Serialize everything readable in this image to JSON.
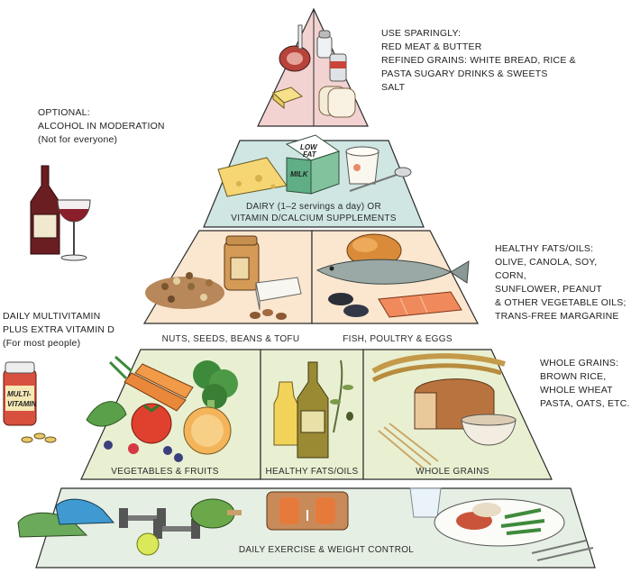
{
  "notes": {
    "use_sparingly": "USE SPARINGLY:\nRED MEAT & BUTTER\nREFINED GRAINS: WHITE BREAD, RICE &\nPASTA SUGARY DRINKS & SWEETS\nSALT",
    "optional": "OPTIONAL:\nALCOHOL IN MODERATION\n(Not for everyone)",
    "healthy_fats": "HEALTHY FATS/OILS:\nOLIVE, CANOLA, SOY, CORN,\nSUNFLOWER, PEANUT\n& OTHER VEGETABLE OILS;\nTRANS-FREE MARGARINE",
    "multivitamin": "DAILY MULTIVITAMIN\nPLUS EXTRA VITAMIN D\n(For most people)",
    "whole_grains": "WHOLE GRAINS:\nBROWN RICE,\nWHOLE WHEAT\nPASTA, OATS, ETC."
  },
  "tiers": {
    "dairy_line1": "DAIRY (1–2 servings a day) OR",
    "dairy_line2": "VITAMIN D/CALCIUM SUPPLEMENTS",
    "nuts": "NUTS, SEEDS, BEANS & TOFU",
    "fish": "FISH, POULTRY & EGGS",
    "vegetables": "VEGETABLES & FRUITS",
    "oils": "HEALTHY FATS/OILS",
    "grains": "WHOLE GRAINS",
    "exercise": "DAILY EXERCISE & WEIGHT CONTROL"
  },
  "packaging": {
    "milk_low": "LOW",
    "milk_fat": "FAT",
    "milk": "MILK",
    "vitamin_multi": "MULTI-",
    "vitamin_vitamin": "VITAMIN"
  },
  "colors": {
    "apex": "#f3d3d2",
    "dairy": "#cfe6e3",
    "protein": "#fbe6cf",
    "plants": "#e9f0d2",
    "exercise": "#e6efe4",
    "outline": "#2b2b2b"
  }
}
